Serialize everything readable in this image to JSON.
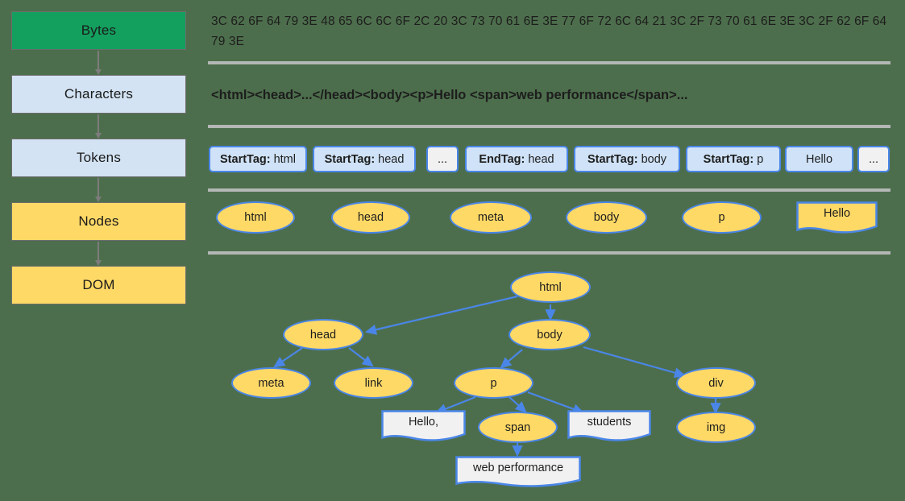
{
  "background_color": "#4d6e4c",
  "colors": {
    "green": "#13a05e",
    "light_blue": "#d3e3f3",
    "gold": "#ffd966",
    "blue_border": "#4a86e8",
    "token_fill": "#cfe2f7",
    "doc_fill": "#f1f1f1",
    "separator": "#b3b7b5",
    "gray_border": "#6d6d6d"
  },
  "pipeline": {
    "steps": [
      {
        "label": "Bytes",
        "style": "green"
      },
      {
        "label": "Characters",
        "style": "blue"
      },
      {
        "label": "Tokens",
        "style": "blue"
      },
      {
        "label": "Nodes",
        "style": "gold"
      },
      {
        "label": "DOM",
        "style": "gold"
      }
    ]
  },
  "bytes_row": {
    "text": "3C 62 6F 64 79 3E 48 65 6C 6C 6F 2C 20 3C 73 70 61 6E 3E 77 6F 72 6C 64 21 3C 2F 73 70 61 6E 3E 3C 2F 62 6F 64 79 3E"
  },
  "characters_row": {
    "text": "<html><head>...</head><body><p>Hello <span>web performance</span>..."
  },
  "tokens_row": {
    "items": [
      {
        "bold": "StartTag:",
        "rest": "html",
        "style": "token"
      },
      {
        "bold": "StartTag:",
        "rest": "head",
        "style": "token"
      },
      {
        "bold": "",
        "rest": "...",
        "style": "plain"
      },
      {
        "bold": "EndTag:",
        "rest": "head",
        "style": "token"
      },
      {
        "bold": "StartTag:",
        "rest": "body",
        "style": "token"
      },
      {
        "bold": "StartTag:",
        "rest": "p",
        "style": "token"
      },
      {
        "bold": "",
        "rest": "Hello",
        "style": "token"
      },
      {
        "bold": "",
        "rest": "...",
        "style": "plain"
      }
    ]
  },
  "nodes_row": {
    "items": [
      {
        "label": "html",
        "shape": "ellipse"
      },
      {
        "label": "head",
        "shape": "ellipse"
      },
      {
        "label": "meta",
        "shape": "ellipse"
      },
      {
        "label": "body",
        "shape": "ellipse"
      },
      {
        "label": "p",
        "shape": "ellipse"
      },
      {
        "label": "Hello",
        "shape": "document"
      }
    ]
  },
  "dom_tree": {
    "nodes": [
      {
        "id": "html",
        "label": "html",
        "shape": "ellipse"
      },
      {
        "id": "head",
        "label": "head",
        "shape": "ellipse"
      },
      {
        "id": "body",
        "label": "body",
        "shape": "ellipse"
      },
      {
        "id": "meta",
        "label": "meta",
        "shape": "ellipse"
      },
      {
        "id": "link",
        "label": "link",
        "shape": "ellipse"
      },
      {
        "id": "p",
        "label": "p",
        "shape": "ellipse"
      },
      {
        "id": "div",
        "label": "div",
        "shape": "ellipse"
      },
      {
        "id": "hello",
        "label": "Hello,",
        "shape": "document"
      },
      {
        "id": "span",
        "label": "span",
        "shape": "ellipse"
      },
      {
        "id": "students",
        "label": "students",
        "shape": "document"
      },
      {
        "id": "img",
        "label": "img",
        "shape": "ellipse"
      },
      {
        "id": "webperf",
        "label": "web performance",
        "shape": "document"
      }
    ],
    "edges": [
      {
        "from": "html",
        "to": "head"
      },
      {
        "from": "html",
        "to": "body"
      },
      {
        "from": "head",
        "to": "meta"
      },
      {
        "from": "head",
        "to": "link"
      },
      {
        "from": "body",
        "to": "p"
      },
      {
        "from": "body",
        "to": "div"
      },
      {
        "from": "p",
        "to": "hello"
      },
      {
        "from": "p",
        "to": "span"
      },
      {
        "from": "p",
        "to": "students"
      },
      {
        "from": "div",
        "to": "img"
      },
      {
        "from": "span",
        "to": "webperf"
      }
    ]
  }
}
